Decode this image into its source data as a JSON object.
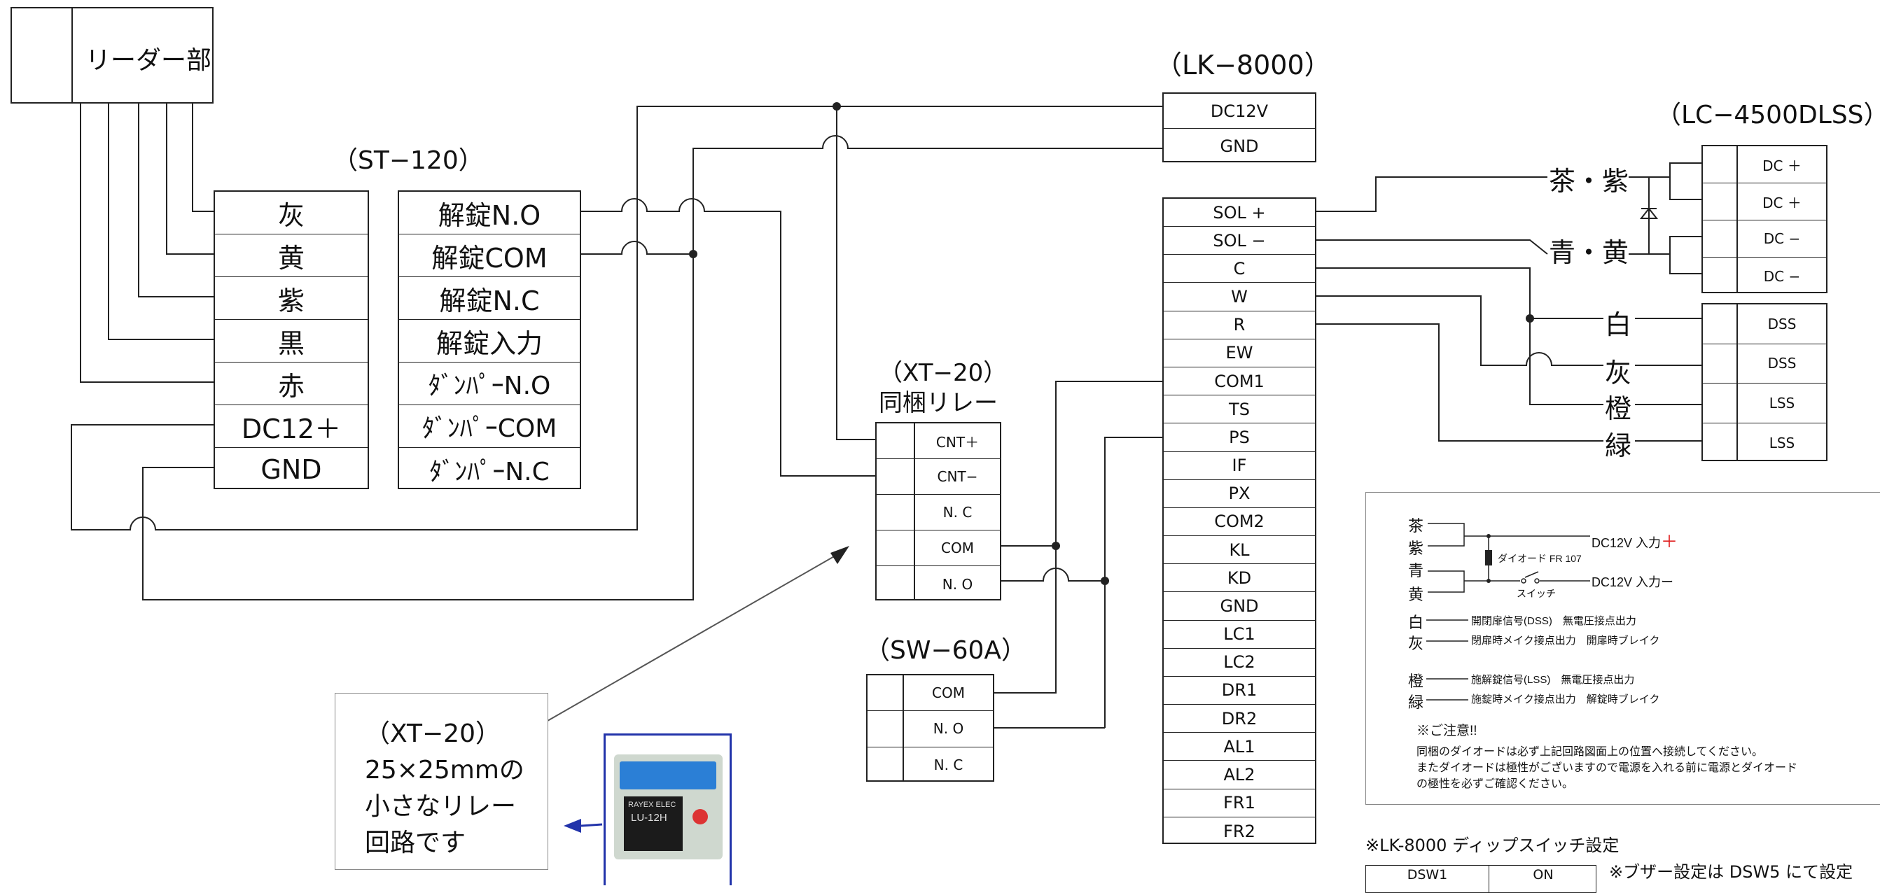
{
  "reader": {
    "label": "リーダー部"
  },
  "st120": {
    "title": "（ST−120）",
    "colors": [
      "灰",
      "黄",
      "紫",
      "黒",
      "赤",
      "DC12＋",
      "GND"
    ],
    "functions": [
      "解錠N.O",
      "解錠COM",
      "解錠N.C",
      "解錠入力",
      "ﾀﾞﾝﾊﾟｰN.O",
      "ﾀﾞﾝﾊﾟｰCOM",
      "ﾀﾞﾝﾊﾟｰN.C"
    ]
  },
  "lk8000": {
    "title": "（LK−8000）",
    "power": [
      "DC12V",
      "GND"
    ],
    "terminals": [
      "SOL +",
      "SOL −",
      "C",
      "W",
      "R",
      "EW",
      "COM1",
      "TS",
      "PS",
      "IF",
      "PX",
      "COM2",
      "KL",
      "KD",
      "GND",
      "LC1",
      "LC2",
      "DR1",
      "DR2",
      "AL1",
      "AL2",
      "FR1",
      "FR2"
    ]
  },
  "lc4500": {
    "title": "（LC−4500DLSS）",
    "terminals": [
      "DC ＋",
      "DC ＋",
      "DC −",
      "DC −",
      "DSS",
      "DSS",
      "LSS",
      "LSS"
    ],
    "wire_labels": [
      "茶・紫",
      "青・黄",
      "白",
      "灰",
      "橙",
      "緑"
    ]
  },
  "xt20": {
    "title_line1": "（XT−20）",
    "title_line2": "同梱リレー",
    "terminals": [
      "CNT＋",
      "CNT−",
      "N. C",
      "COM",
      "N. O"
    ]
  },
  "sw60a": {
    "title": "（SW−60A）",
    "terminals": [
      "COM",
      "N. O",
      "N. C"
    ]
  },
  "callout": {
    "lines": [
      "（XT−20）",
      "25×25mmの",
      "小さなリレー",
      "回路です"
    ]
  },
  "relay_photo": {
    "brand": "RAYEX ELEC",
    "model": "LU-12H"
  },
  "legend": {
    "colors_top": [
      "茶",
      "紫",
      "青",
      "黄"
    ],
    "dc_plus": "DC12V 入力",
    "plus_mark": "＋",
    "diode": "ダイオード FR 107",
    "switch": "スイッチ",
    "dc_minus": "DC12V 入力ー",
    "white": "白",
    "gray": "灰",
    "dss_line1": "開閉扉信号(DSS)　無電圧接点出力",
    "dss_line2": "閉扉時メイク接点出力　開扉時ブレイク",
    "orange": "橙",
    "green": "緑",
    "lss_line1": "施解錠信号(LSS)　無電圧接点出力",
    "lss_line2": "施錠時メイク接点出力　解錠時ブレイク",
    "caution_title": "※ご注意!!",
    "caution_1": "同梱のダイオードは必ず上記回路図面上の位置へ接続してください。",
    "caution_2": "またダイオードは極性がございますので電源を入れる前に電源とダイオード",
    "caution_3": "の極性を必ずご確認ください。"
  },
  "dip": {
    "title": "※LK-8000 ディップスイッチ設定",
    "col1": "DSW1",
    "col2": "ON",
    "note": "※ブザー設定は DSW5 にて設定"
  },
  "colors": {
    "accent_red": "#e02020",
    "arrow_blue": "#2233aa",
    "photo_frame": "#2233aa"
  }
}
